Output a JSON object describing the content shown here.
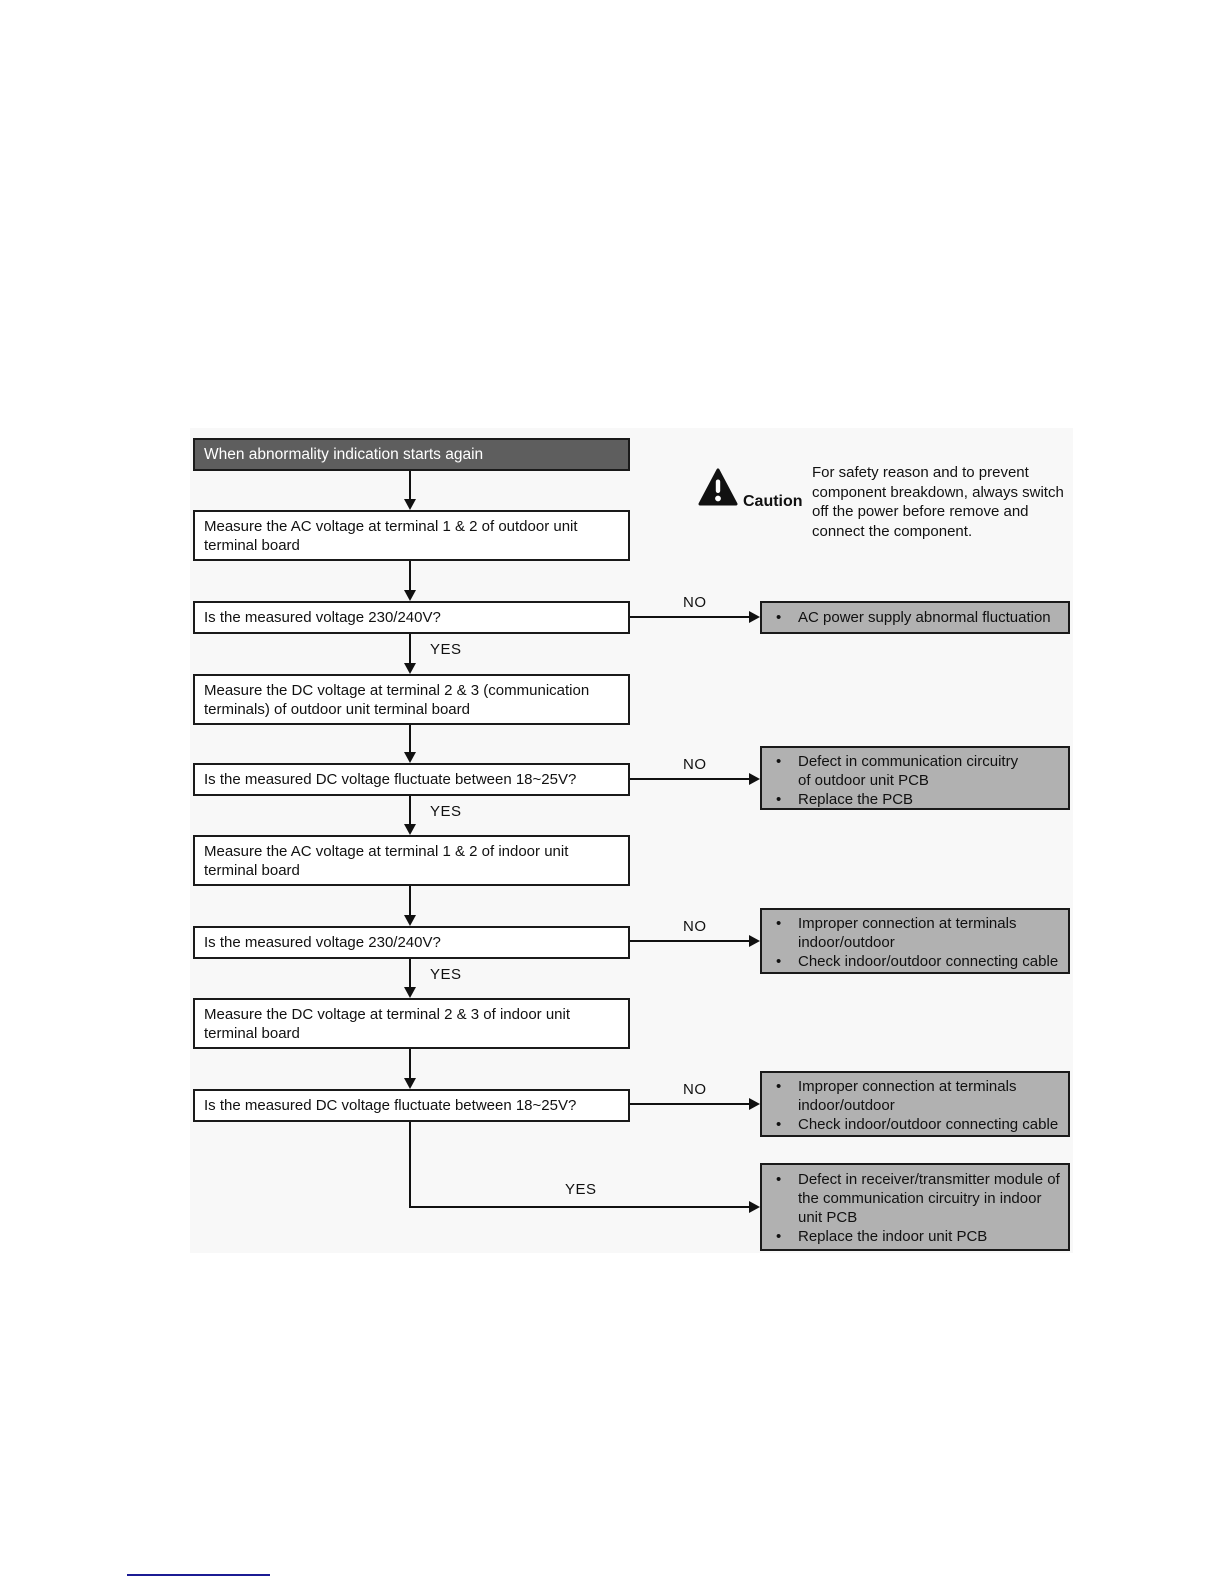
{
  "flow": {
    "labels": {
      "yes": "YES",
      "no": "NO"
    },
    "bullet": "•",
    "start": {
      "text": "When abnormality indication starts again"
    },
    "steps": [
      {
        "id": "measure-ac-outdoor",
        "text": "Measure the AC voltage at terminal 1 & 2 of outdoor unit\nterminal board"
      },
      {
        "id": "ask-voltage-outdoor",
        "text": "Is the measured voltage 230/240V?"
      },
      {
        "id": "measure-dc-outdoor",
        "text": "Measure the DC voltage at terminal 2 & 3 (communication\nterminals) of outdoor unit terminal board"
      },
      {
        "id": "ask-dc-outdoor",
        "text": "Is the measured DC voltage fluctuate between 18~25V?"
      },
      {
        "id": "measure-ac-indoor",
        "text": "Measure the AC voltage at terminal 1 & 2 of indoor unit\nterminal board"
      },
      {
        "id": "ask-voltage-indoor",
        "text": "Is the measured voltage 230/240V?"
      },
      {
        "id": "measure-dc-indoor",
        "text": "Measure the DC voltage at terminal 2 & 3 of indoor unit\nterminal board"
      },
      {
        "id": "ask-dc-indoor",
        "text": "Is the measured DC voltage fluctuate between 18~25V?"
      }
    ],
    "results": [
      {
        "bullets": [
          "AC power supply abnormal fluctuation"
        ]
      },
      {
        "bullets": [
          "Defect in communication circuitry\nof outdoor unit PCB",
          "Replace the PCB"
        ]
      },
      {
        "bullets": [
          "Improper connection at terminals\nindoor/outdoor",
          "Check indoor/outdoor connecting cable"
        ]
      },
      {
        "bullets": [
          "Improper connection at terminals\nindoor/outdoor",
          "Check indoor/outdoor connecting cable"
        ]
      },
      {
        "bullets": [
          "Defect in receiver/transmitter module of\nthe communication circuitry in indoor\nunit PCB",
          "Replace the indoor unit PCB"
        ]
      }
    ]
  },
  "caution": {
    "label": "Caution",
    "text": "For safety reason and to prevent\ncomponent breakdown, always switch\noff the power before remove and\nconnect the component."
  },
  "colors": {
    "start_box": "#5e5e5e",
    "result_box": "#b1b1b1",
    "border": "#1a1a1a",
    "footer_line": "#1b1b94"
  }
}
